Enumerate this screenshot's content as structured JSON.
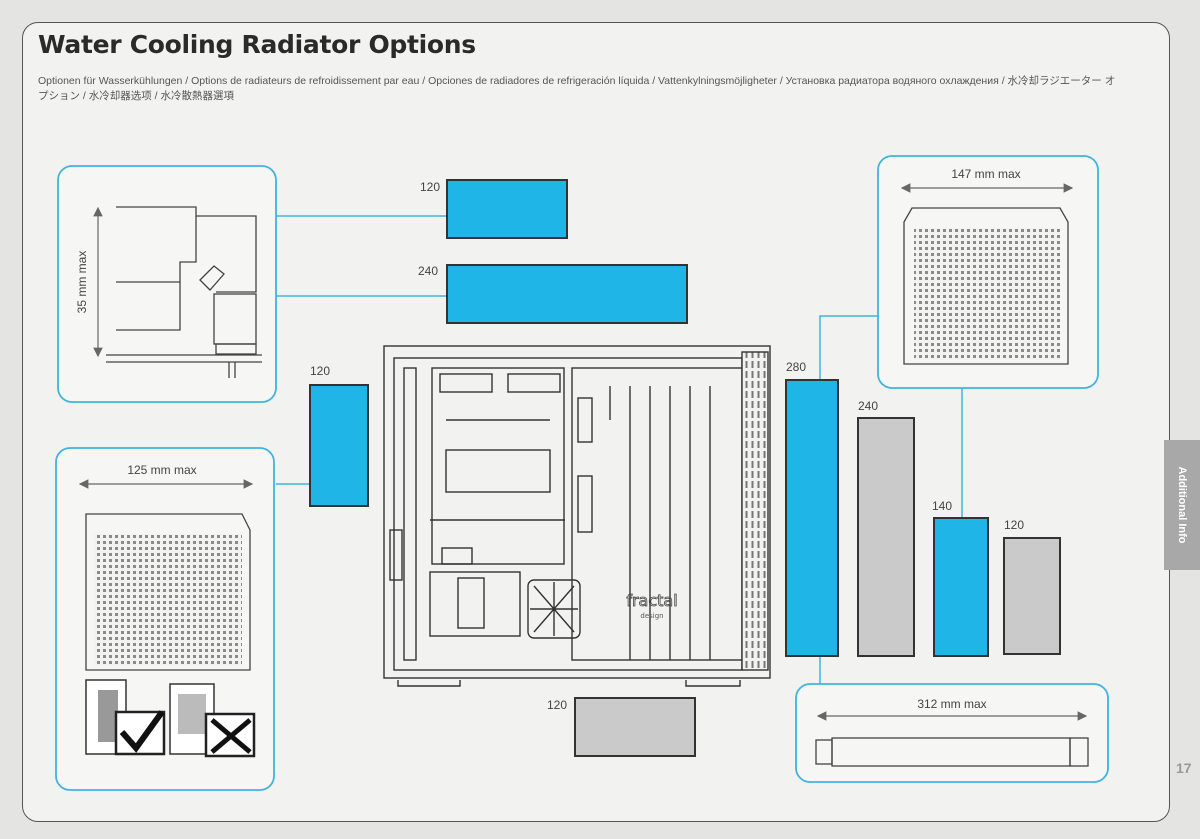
{
  "header": {
    "title": "Water Cooling Radiator Options",
    "subtitle": "Optionen für Wasserkühlungen / Options de radiateurs de refroidissement par eau / Opciones de radiadores de refrigeración líquida / Vattenkylningsmöjligheter / Установка радиатора водяного охлаждения / 水冷却ラジエーター オプション / 水冷却器选项 / 水冷散熱器選項"
  },
  "side_tab": {
    "label": "Additional Info"
  },
  "page_number": "17",
  "brand_mark": {
    "text": "fractal",
    "subtext": "design"
  },
  "insets": {
    "top_clearance": {
      "dimension": "35 mm max"
    },
    "front_clearance": {
      "dimension": "125 mm max"
    },
    "right_top_clearance": {
      "dimension": "147 mm max"
    },
    "right_bottom_clearance": {
      "dimension": "312 mm max"
    }
  },
  "radiators": {
    "top_120": {
      "size": "120",
      "supported": true
    },
    "top_240": {
      "size": "240",
      "supported": true
    },
    "rear_120": {
      "size": "120",
      "supported": true
    },
    "front_280": {
      "size": "280",
      "supported": true
    },
    "front_240": {
      "size": "240",
      "supported": false
    },
    "front_140": {
      "size": "140",
      "supported": true
    },
    "front_120": {
      "size": "120",
      "supported": false
    },
    "bottom_120": {
      "size": "120",
      "supported": false
    }
  },
  "colors": {
    "supported_fill": "#1fb5e6",
    "unsupported_fill": "#cacaca",
    "callout_line": "#3fb4df",
    "outline": "#333333"
  }
}
